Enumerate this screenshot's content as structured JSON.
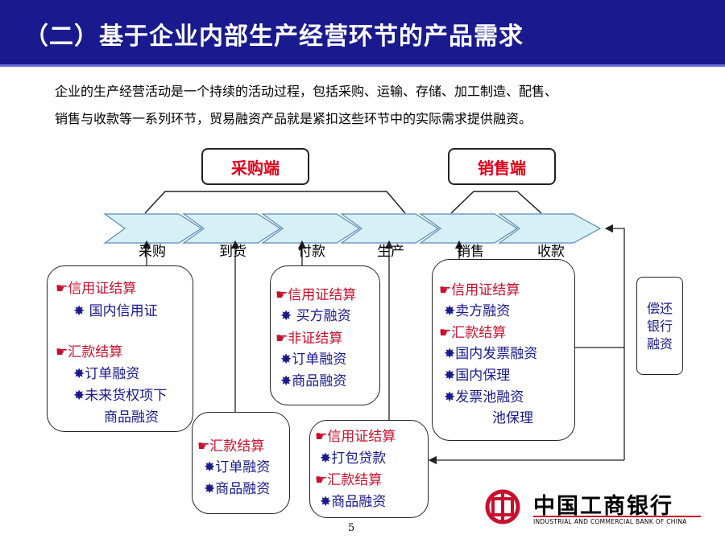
{
  "title": "（二）基于企业内部生产经营环节的产品需求",
  "intro": [
    "企业的生产经营活动是一个持续的活动过程，包括采购、运输、存储、加工制造、配售、",
    "销售与收款等一系列环节，贸易融资产品就是紧扣这些环节中的实际需求提供融资。"
  ],
  "purchase_end": "采购端",
  "sales_end": "销售端",
  "steps": [
    "采购",
    "到货",
    "付款",
    "生产",
    "销售",
    "收款"
  ],
  "box1": [
    "信用证结算",
    "国内信用证",
    "汇款结算",
    "订单融资",
    "未来货权项下",
    "商品融资"
  ],
  "box2": [
    "汇款结算",
    "订单融资",
    "商品融资"
  ],
  "box3": [
    "信用证结算",
    "买方融资",
    "非证结算",
    "订单融资",
    "商品融资"
  ],
  "box4": [
    "信用证结算",
    "打包贷款",
    "汇款结算",
    "商品融资"
  ],
  "box5": [
    "信用证结算",
    "卖方融资",
    "汇款结算",
    "国内发票融资",
    "国内保理",
    "发票池融资",
    "池保理"
  ],
  "repay": [
    "偿还",
    "银行",
    "融资"
  ],
  "page_number": "5",
  "logo": {
    "cn": "中国工商银行",
    "en": "INDUSTRIAL AND COMMERCIAL BANK OF CHINA",
    "color": "#c8102e"
  },
  "colors": {
    "header": "#1a1a8f",
    "accent_red": "#c8102e",
    "arrow": "#d6f0f7"
  },
  "icons": {
    "heading": "pointing-hand-icon",
    "sub": "star-bullet-icon"
  }
}
